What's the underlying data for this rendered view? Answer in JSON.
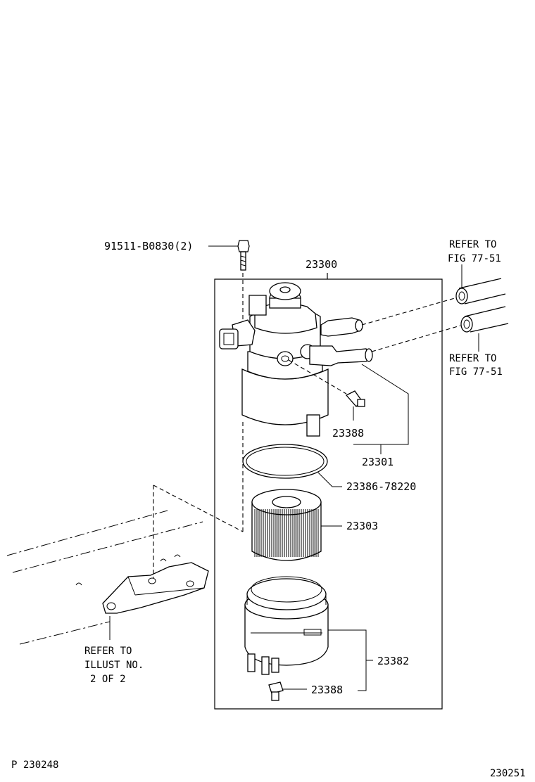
{
  "labels": {
    "bolt": "91511-B0830(2)",
    "assembly": "23300",
    "plug_upper": "23388",
    "pipe_set": "23301",
    "oring": "23386-78220",
    "element": "23303",
    "case": "23382",
    "plug_lower": "23388"
  },
  "refs": {
    "hose_upper": [
      "REFER TO",
      "FIG 77-51"
    ],
    "hose_lower": [
      "REFER TO",
      "FIG 77-51"
    ],
    "bracket": [
      "REFER TO",
      "ILLUST NO.",
      "2 OF 2"
    ]
  },
  "footer": {
    "left": "P 230248",
    "right": "230251"
  }
}
